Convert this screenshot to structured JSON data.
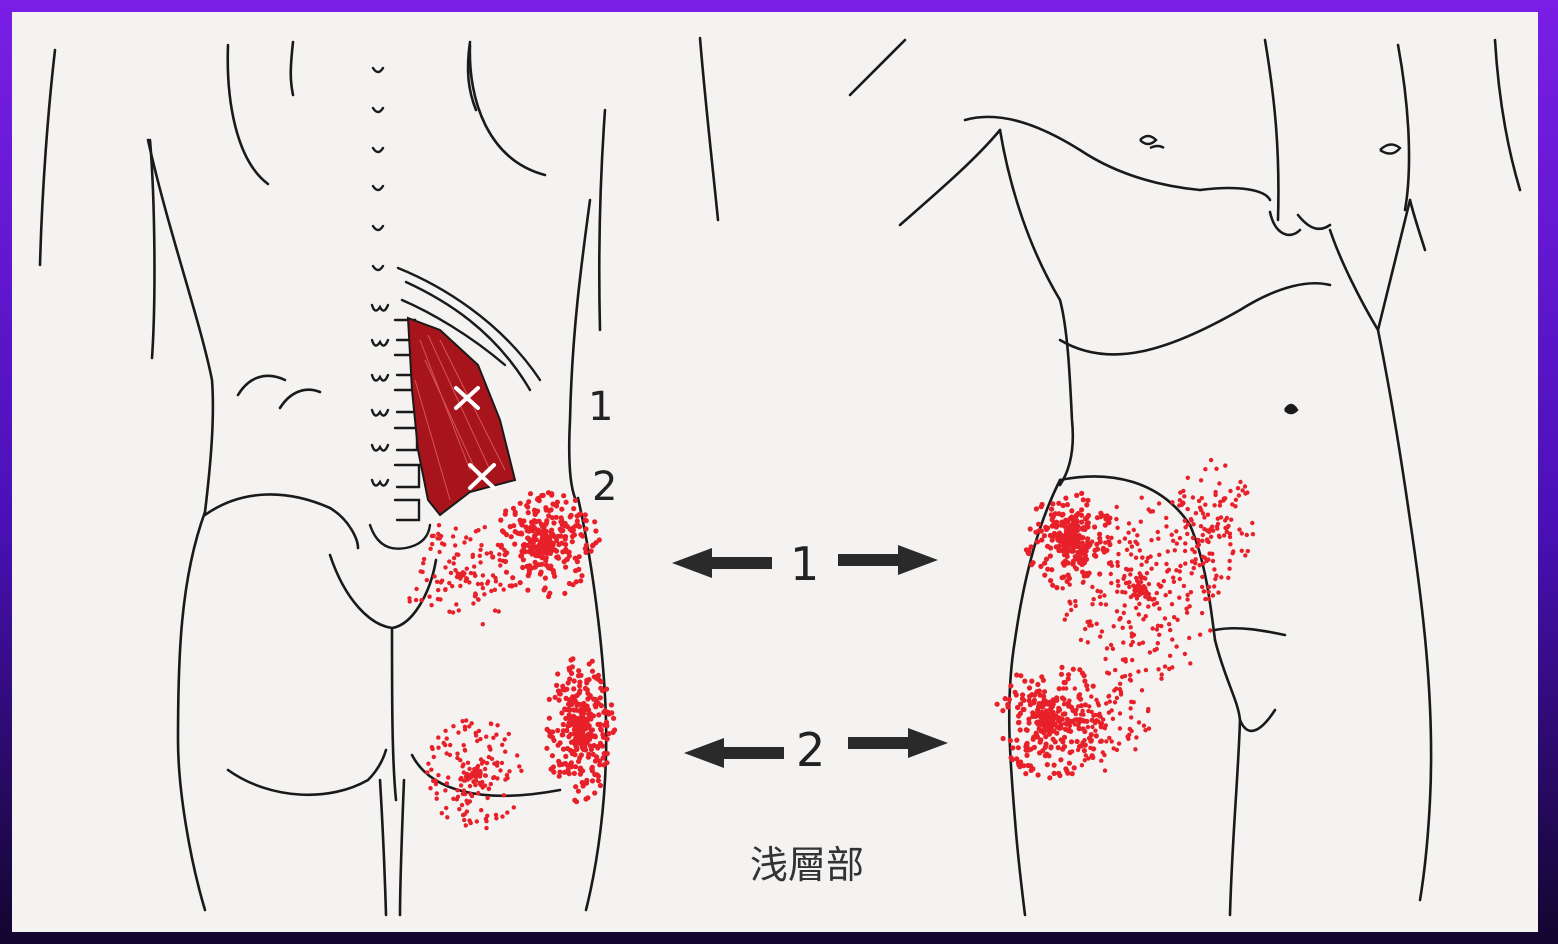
{
  "diagram": {
    "trigger_labels": [
      "1",
      "2"
    ],
    "arrow_labels": [
      "1",
      "2"
    ],
    "caption": "浅層部",
    "colors": {
      "background": "#f4f3f1",
      "outline": "#1a1a1a",
      "referred_pain": "#e8202a",
      "muscle": "#a8141c",
      "frame_top": "#7a1fe6",
      "frame_bottom": "#12062e"
    },
    "markers": [
      "trigger-point-x",
      "trigger-point-x"
    ]
  }
}
